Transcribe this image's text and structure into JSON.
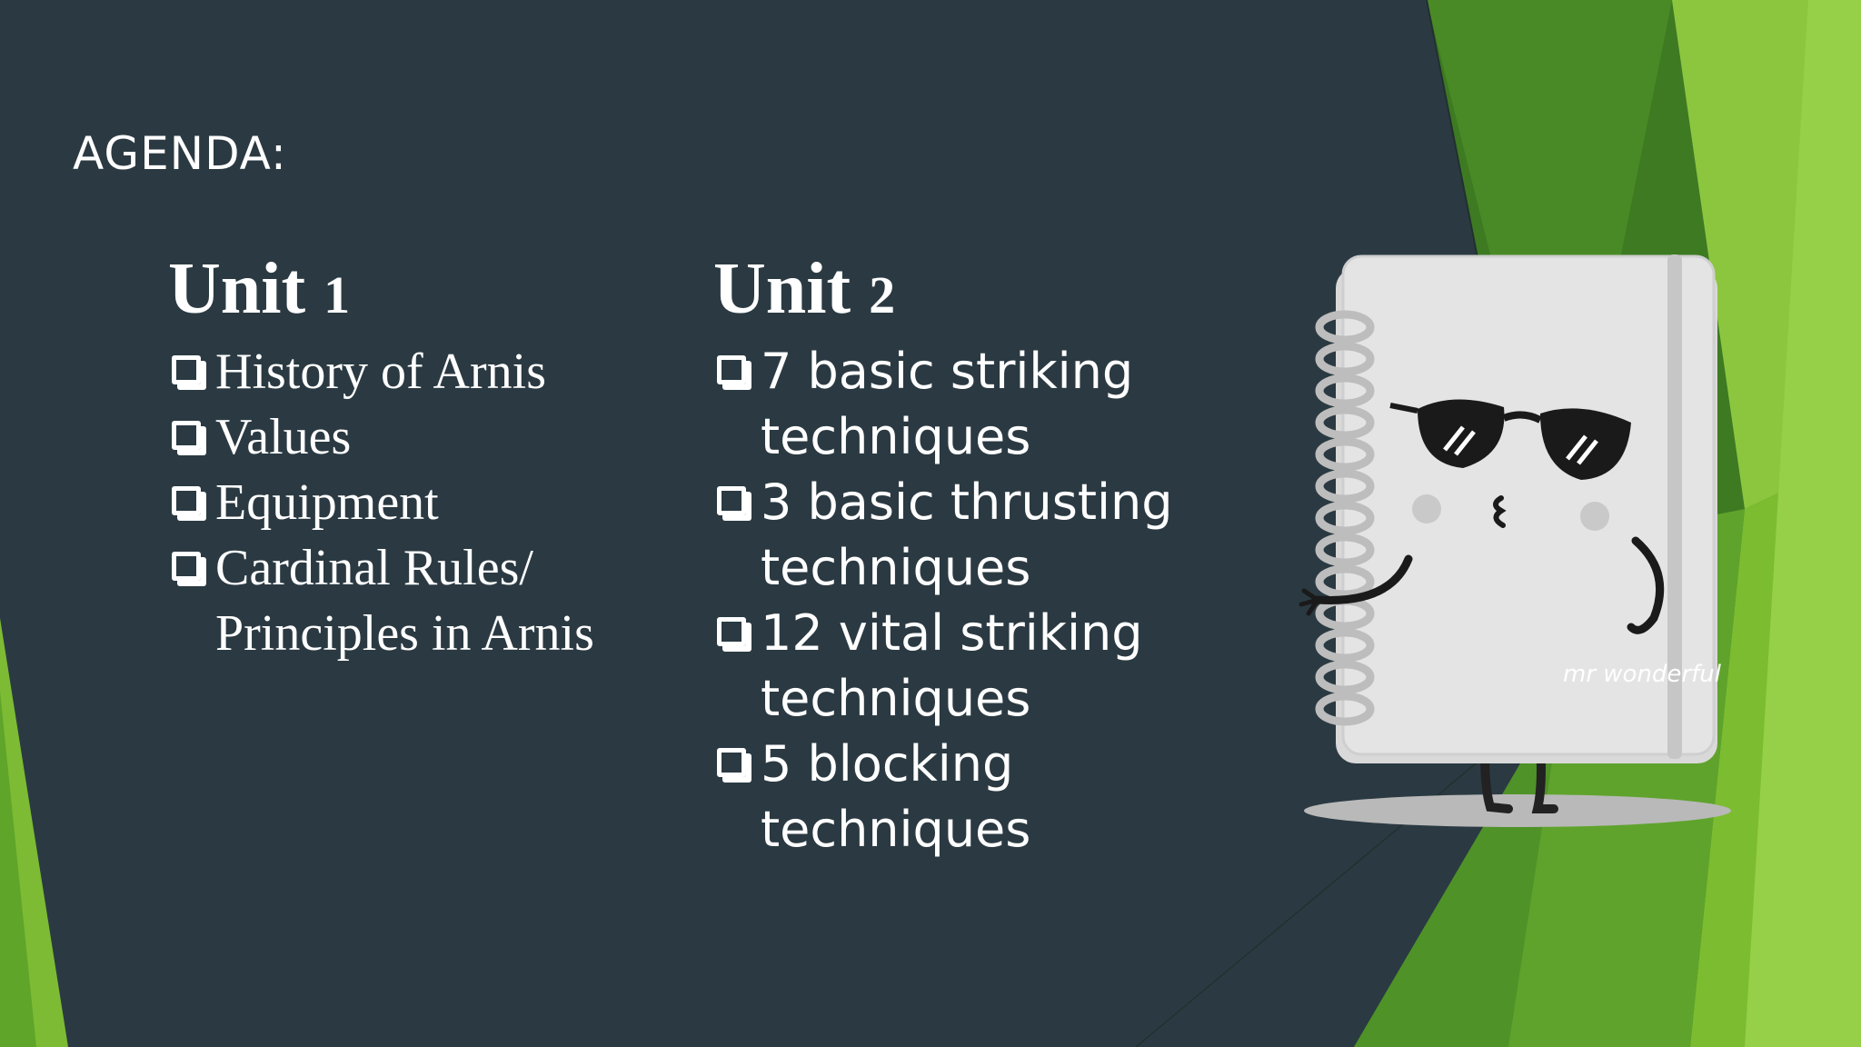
{
  "slide": {
    "title": "AGENDA:",
    "colors": {
      "background": "#2b3a42",
      "accent_green_light": "#8cc63f",
      "accent_green_dark": "#3f7d20",
      "text": "#ffffff"
    }
  },
  "unit1": {
    "heading_word": "Unit",
    "heading_num": "1",
    "items": [
      "History of Arnis",
      "Values",
      "Equipment",
      "Cardinal Rules/ Principles in Arnis"
    ]
  },
  "unit2": {
    "heading_word": "Unit",
    "heading_num": "2",
    "items": [
      "7 basic striking techniques",
      "3 basic thrusting techniques",
      "12 vital striking techniques",
      "5 blocking techniques"
    ]
  },
  "illustration": {
    "icon": "notebook-with-sunglasses-icon",
    "notebook_label": "mr wonderful"
  }
}
